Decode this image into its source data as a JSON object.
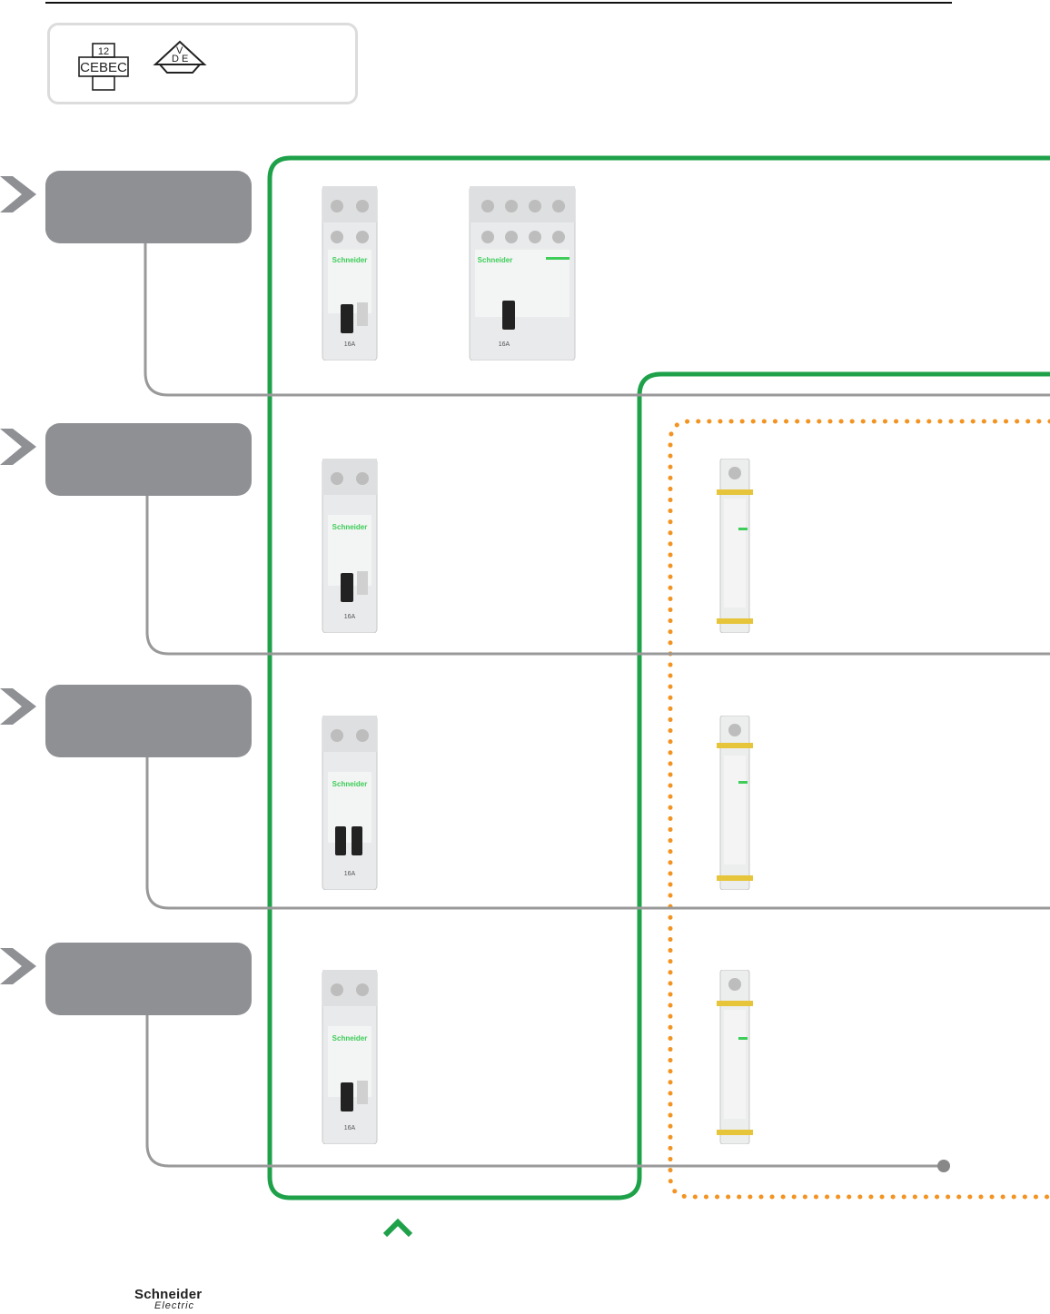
{
  "certifications": {
    "cebec_number": "12",
    "cebec_label": "CEBEC",
    "vde_letters": [
      "D",
      "V",
      "E"
    ]
  },
  "sections": [
    {
      "title": ""
    },
    {
      "title": ""
    },
    {
      "title": ""
    },
    {
      "title": ""
    }
  ],
  "products": [
    {
      "model_label": "16A"
    },
    {
      "model_label": "16A"
    },
    {
      "model_label": "16A"
    },
    {
      "model_label": "16A"
    },
    {
      "model_label": "16A"
    }
  ],
  "colors": {
    "green_frame": "#1fa14a",
    "orange_dots": "#f39321",
    "connector": "#999999",
    "pill": "#8f9094",
    "chevron": "#8f9094",
    "schneider_green": "#3dcd58"
  },
  "footer": {
    "brand": "Schneider",
    "brand_sub": "Electric"
  }
}
